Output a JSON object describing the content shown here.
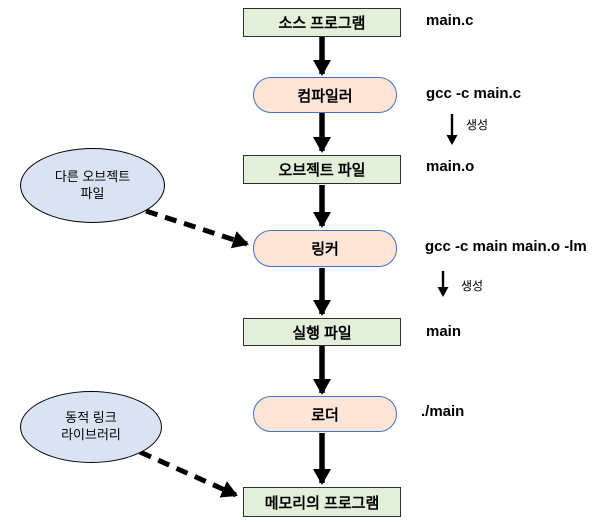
{
  "nodes": {
    "source_program": {
      "label": "소스 프로그램",
      "annotation": "main.c"
    },
    "compiler": {
      "label": "컴파일러",
      "annotation": "gcc -c main.c"
    },
    "object_file": {
      "label": "오브젝트 파일",
      "annotation": "main.o"
    },
    "linker": {
      "label": "링커",
      "annotation": "gcc -c main main.o -lm"
    },
    "executable_file": {
      "label": "실행 파일",
      "annotation": "main"
    },
    "loader": {
      "label": "로더",
      "annotation": "./main"
    },
    "memory_program": {
      "label": "메모리의 프로그램"
    }
  },
  "side_nodes": {
    "other_object_file": {
      "label": "다른 오브젝트\n파일"
    },
    "dynamic_link_library": {
      "label": "동적 링크\n라이브러리"
    }
  },
  "gen_labels": {
    "first": "생성",
    "second": "생성"
  },
  "colors": {
    "file_fill": "#e2efda",
    "file_border": "#2e2e2e",
    "process_fill": "#fce4d6",
    "process_border": "#4472c4",
    "side_fill": "#dae3f3",
    "side_border": "#000000",
    "arrow": "#000000"
  }
}
